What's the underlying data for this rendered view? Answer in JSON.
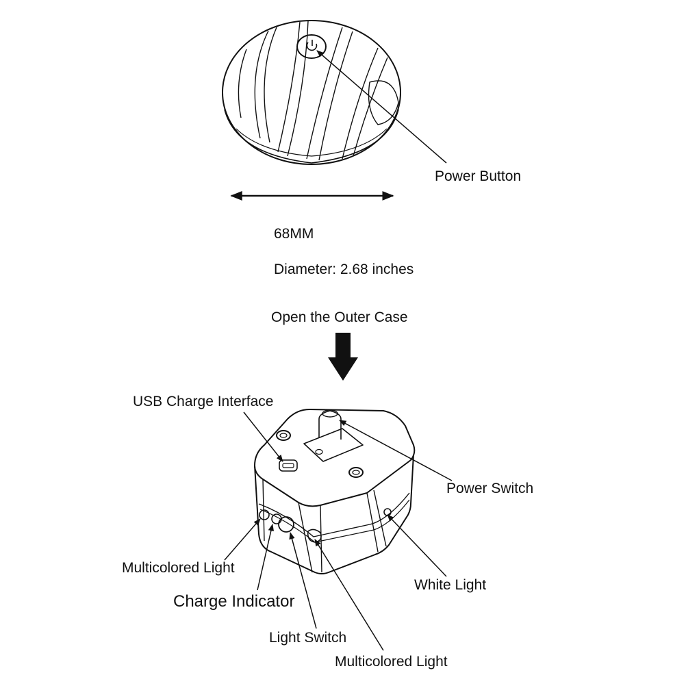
{
  "labels": {
    "power_button": "Power Button",
    "size_mm": "68MM",
    "diameter": "Diameter: 2.68 inches",
    "open_case": "Open the Outer Case",
    "usb_charge": "USB Charge Interface",
    "power_switch": "Power Switch",
    "multicolored_light_left": "Multicolored Light",
    "charge_indicator": "Charge Indicator",
    "light_switch": "Light Switch",
    "multicolored_light_bottom": "Multicolored Light",
    "white_light": "White Light"
  },
  "colors": {
    "ink": "#111111",
    "background": "#ffffff"
  }
}
